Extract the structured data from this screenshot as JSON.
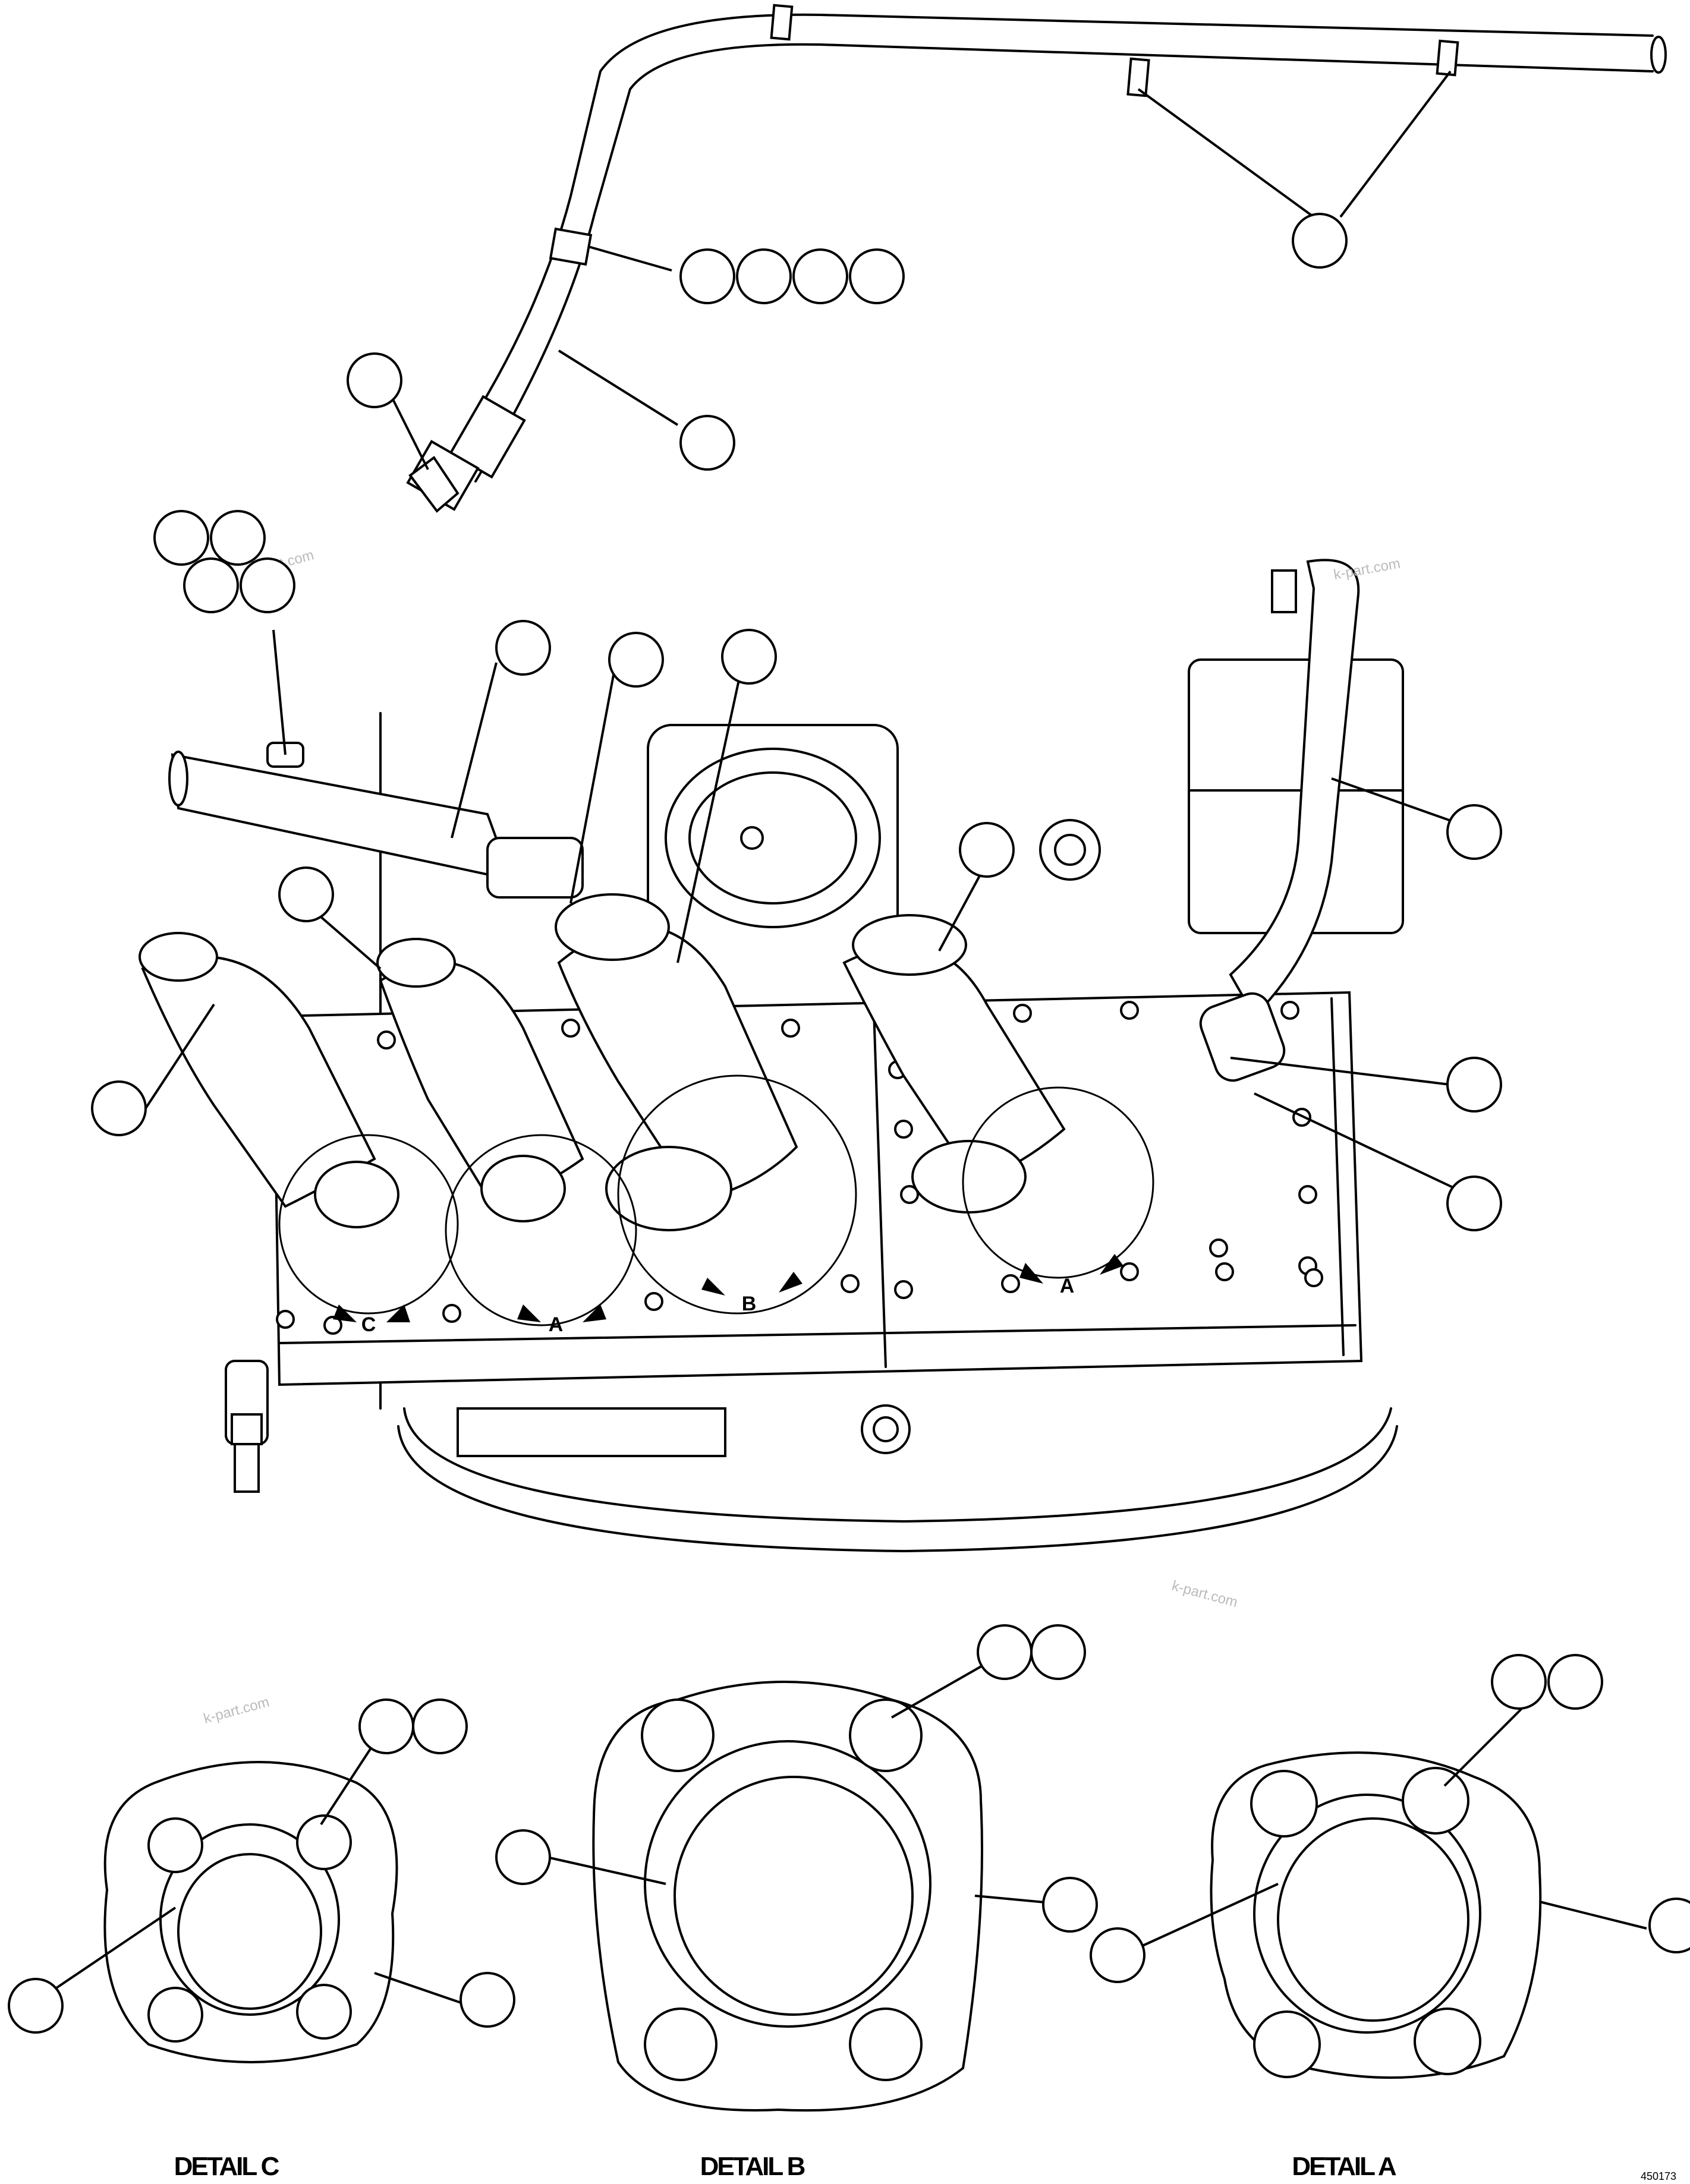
{
  "detail_labels": [
    "DETAIL C",
    "DETAIL B",
    "DETAIL A"
  ],
  "detail_letters": [
    "C",
    "A",
    "B",
    "A"
  ],
  "watermark": "k-part.com",
  "document_number": "450173"
}
